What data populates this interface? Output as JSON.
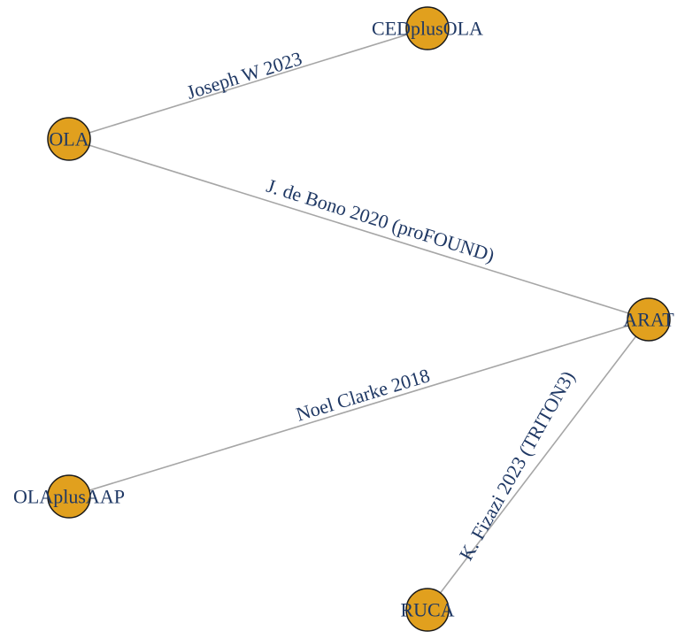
{
  "colors": {
    "node_fill": "#E1A01E",
    "node_stroke": "#1A1A1A",
    "edge": "#A6A6A6",
    "label": "#1F3864"
  },
  "nodes": [
    {
      "id": "cedplusola",
      "label": "CEDplusOLA"
    },
    {
      "id": "ola",
      "label": "OLA"
    },
    {
      "id": "arat",
      "label": "ARAT"
    },
    {
      "id": "olaplusaap",
      "label": "OLAplusAAP"
    },
    {
      "id": "ruca",
      "label": "RUCA"
    }
  ],
  "edges": [
    {
      "from": "ola",
      "to": "cedplusola",
      "label": "Joseph W 2023"
    },
    {
      "from": "ola",
      "to": "arat",
      "label": "J. de Bono 2020 (proFOUND)"
    },
    {
      "from": "olaplusaap",
      "to": "arat",
      "label": "Noel Clarke 2018"
    },
    {
      "from": "ruca",
      "to": "arat",
      "label": "K. Fizazi 2023 (TRITON3)"
    }
  ]
}
